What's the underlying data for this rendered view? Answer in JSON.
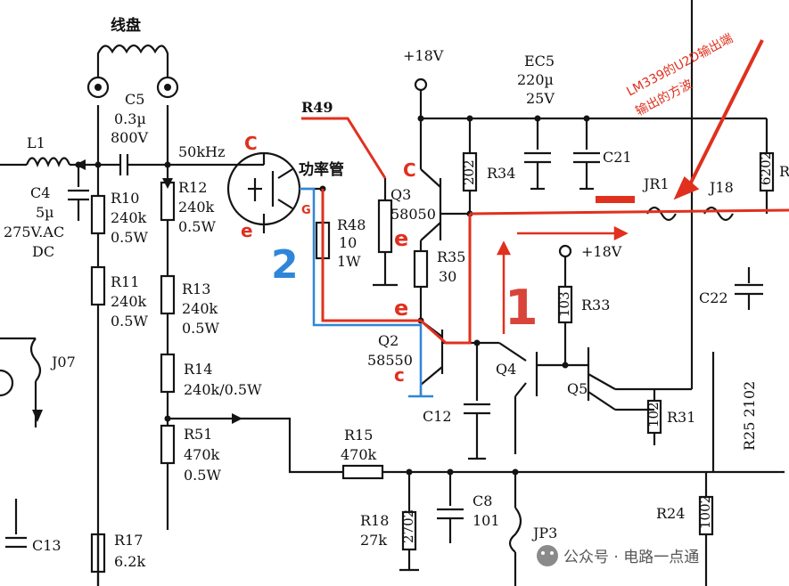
{
  "labels": {
    "coil": "线盘",
    "plus18v_top": "+18V",
    "ec5": "EC5",
    "ec5_val": "220µ",
    "ec5_v": "25V",
    "c5": "C5",
    "c5_val": "0.3µ",
    "c5_v": "800V",
    "l1": "L1",
    "freq": "50kHz",
    "power_tube": "功率管",
    "r49": "R49",
    "c4": "C4",
    "c4_val": "5µ",
    "c4_v": "275V.AC",
    "c4_dc": "DC",
    "r10": "R10",
    "r10_val": "240k",
    "r10_w": "0.5W",
    "r12": "R12",
    "r12_val": "240k",
    "r12_w": "0.5W",
    "r11": "R11",
    "r11_val": "240k",
    "r11_w": "0.5W",
    "r13": "R13",
    "r13_val": "240k",
    "r13_w": "0.5W",
    "r14": "R14",
    "r14_val": "240k/0.5W",
    "r51": "R51",
    "r51_val": "470k",
    "r51_w": "0.5W",
    "r17": "R17",
    "r17_val": "6.2k",
    "c13": "C13",
    "j07": "J07",
    "r48": "R48",
    "r48_val": "10",
    "r48_w": "1W",
    "q3": "Q3",
    "q3_num": "58050",
    "r34": "R34",
    "r34_val": "202",
    "r35": "R35",
    "r35_val": "30",
    "q2": "Q2",
    "q2_num": "58550",
    "c12": "C12",
    "q4": "Q4",
    "q5": "Q5",
    "r33": "R33",
    "r33_val": "103",
    "plus18v_mid": "+18V",
    "c21": "C21",
    "jr1": "JR1",
    "j18": "J18",
    "c22": "C22",
    "r31": "R31",
    "r31_val": "102",
    "r25": "R25 2102",
    "r15": "R15",
    "r15_val": "470k",
    "c8": "C8",
    "c8_val": "101",
    "r18": "R18",
    "r18_val": "27k",
    "r18_code": "2702",
    "jp3": "JP3",
    "r24": "R24",
    "r24_code": "1002",
    "r_right_code": "6202",
    "r_right": "R"
  },
  "annotations": {
    "lm339_line1": "LM339的U2D输出端",
    "lm339_line2": "输出的方波",
    "num1": "1",
    "num2": "2",
    "c_top": "C",
    "e_top": "e",
    "g_top": "G",
    "c_q3": "C",
    "e_q3": "e",
    "e_q2": "e",
    "c_q2": "c"
  },
  "watermark": "公众号 · 电路一点通",
  "colors": {
    "wire": "#141414",
    "red": "#e0301e",
    "blue": "#2f86d8",
    "annot_red": "#d8443a"
  }
}
